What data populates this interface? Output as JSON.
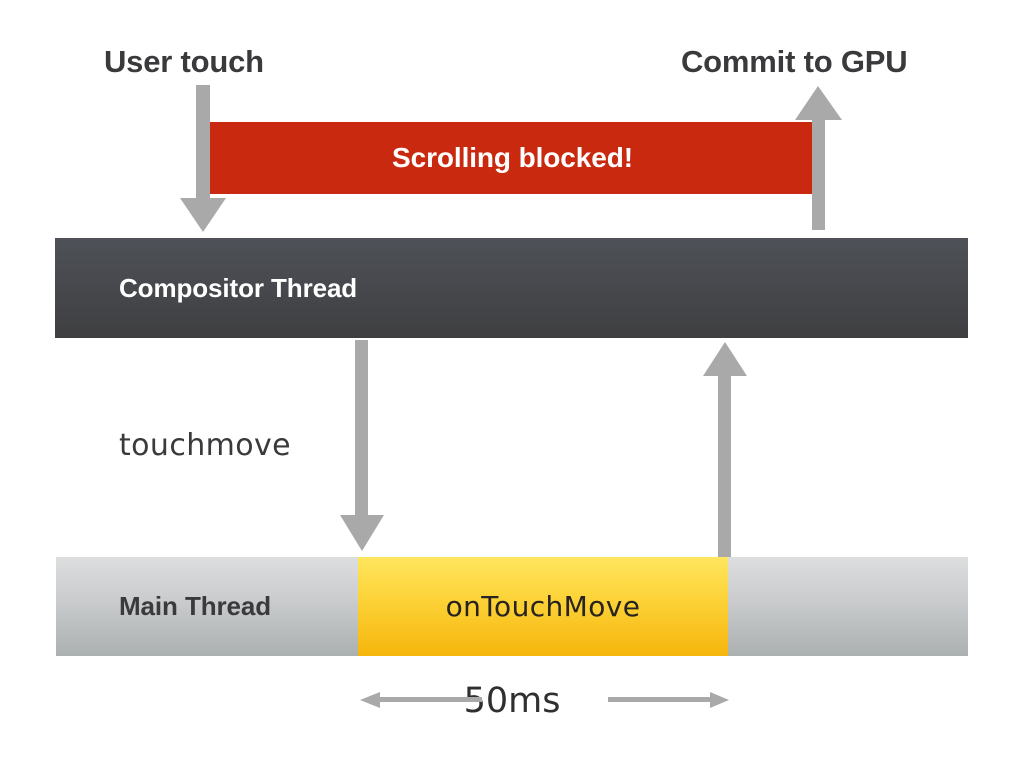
{
  "diagram": {
    "title_labels": {
      "user_touch": "User touch",
      "commit_to_gpu": "Commit to GPU"
    },
    "blocked_banner": {
      "label": "Scrolling blocked!",
      "color": "#c92a0f",
      "text_color": "#ffffff"
    },
    "lanes": [
      {
        "id": "compositor",
        "label": "Compositor Thread",
        "color": "#47494e",
        "text_color": "#ffffff"
      },
      {
        "id": "main",
        "label": "Main Thread",
        "color": "#c9cbcd",
        "text_color": "#3a3a3c"
      }
    ],
    "task_block": {
      "label": "onTouchMove",
      "color": "#fcd43a",
      "text_color": "#272320"
    },
    "event_label": "touchmove",
    "duration": {
      "label": "50ms",
      "color": "#9a9a9a"
    },
    "arrow_color": "#a9a9a9"
  }
}
